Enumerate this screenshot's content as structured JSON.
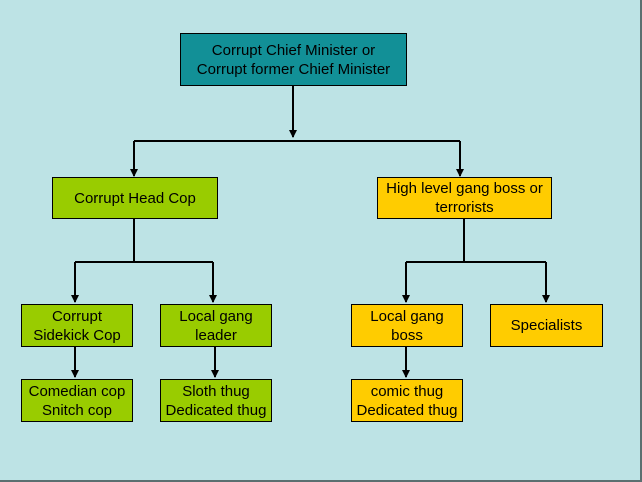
{
  "colors": {
    "background": "#bde3e5",
    "root_fill": "#129097",
    "left_branch_fill": "#99cc00",
    "right_branch_fill": "#ffcc00",
    "connector": "#000000"
  },
  "nodes": {
    "root": {
      "line1": "Corrupt Chief Minister or",
      "line2": "Corrupt former Chief Minister"
    },
    "head_cop": {
      "line1": "Corrupt Head Cop"
    },
    "gang_boss": {
      "line1": "High level gang boss or",
      "line2": "terrorists"
    },
    "sidekick_cop": {
      "line1": "Corrupt",
      "line2": "Sidekick Cop"
    },
    "local_gang_leader": {
      "line1": "Local gang",
      "line2": "leader"
    },
    "local_gang_boss": {
      "line1": "Local gang",
      "line2": "boss"
    },
    "specialists": {
      "line1": "Specialists"
    },
    "cops_leaf": {
      "line1": "Comedian cop",
      "line2": "Snitch cop"
    },
    "thugs_leaf_left": {
      "line1": "Sloth thug",
      "line2": "Dedicated thug"
    },
    "thugs_leaf_right": {
      "line1": "comic thug",
      "line2": "Dedicated thug"
    }
  }
}
